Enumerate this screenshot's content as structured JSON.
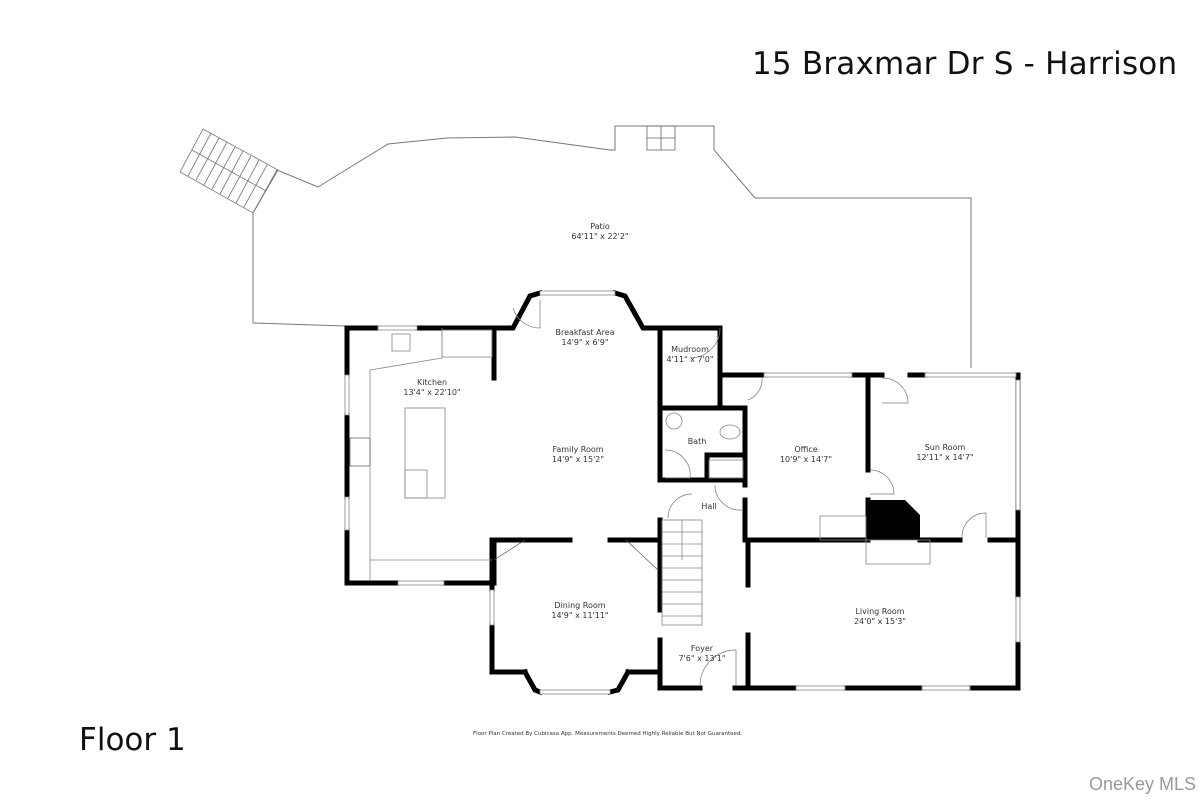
{
  "header": {
    "address_title": "15 Braxmar Dr S - Harrison"
  },
  "floor_label": "Floor 1",
  "credit_note": "Floor Plan Created By Cubicasa App. Measurements Deemed Highly Reliable But Not Guaranteed.",
  "watermark": "OneKey MLS",
  "rooms": [
    {
      "name": "Patio",
      "dimensions": "64'11\" x 22'2\""
    },
    {
      "name": "Breakfast Area",
      "dimensions": "14'9\" x 6'9\""
    },
    {
      "name": "Mudroom",
      "dimensions": "4'11\" x 7'0\""
    },
    {
      "name": "Kitchen",
      "dimensions": "13'4\" x 22'10\""
    },
    {
      "name": "Family Room",
      "dimensions": "14'9\" x 15'2\""
    },
    {
      "name": "Bath",
      "dimensions": ""
    },
    {
      "name": "Office",
      "dimensions": "10'9\" x 14'7\""
    },
    {
      "name": "Sun Room",
      "dimensions": "12'11\" x 14'7\""
    },
    {
      "name": "Hall",
      "dimensions": ""
    },
    {
      "name": "Dining Room",
      "dimensions": "14'9\" x 11'11\""
    },
    {
      "name": "Foyer",
      "dimensions": "7'6\" x 13'1\""
    },
    {
      "name": "Living Room",
      "dimensions": "24'0\" x 15'3\""
    }
  ],
  "colors": {
    "wall": "#000000",
    "outline": "#777777",
    "text": "#333333",
    "watermark": "#9a9a9a"
  }
}
